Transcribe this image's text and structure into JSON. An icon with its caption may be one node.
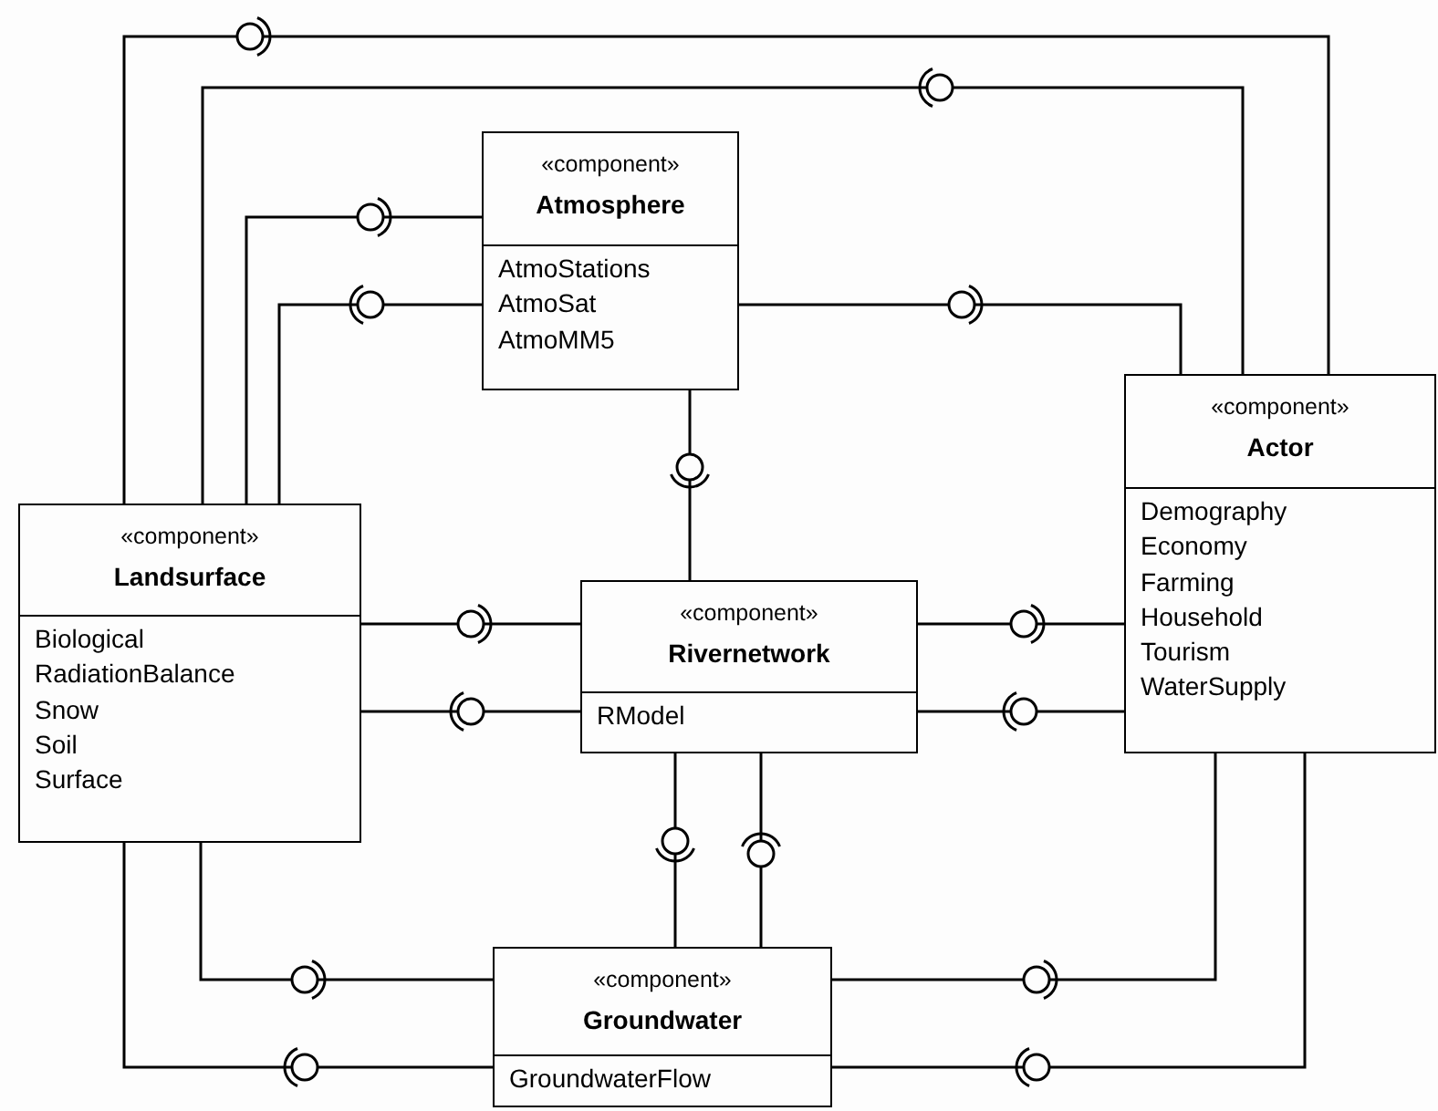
{
  "diagram": {
    "nodes": [
      {
        "text": [
          "«component»",
          "Atmosphere",
          "AtmoStations",
          "AtmoSat",
          "AtmoMM5"
        ]
      },
      {
        "text": [
          "«component»",
          "Actor",
          "Demography",
          "Economy",
          "Farming",
          "Household",
          "Tourism",
          "WaterSupply"
        ]
      },
      {
        "text": [
          "«component»",
          "Landsurface",
          "Biological",
          "RadiationBalance",
          "Snow",
          "Soil",
          "Surface"
        ]
      },
      {
        "text": [
          "«component»",
          "Rivernetwork",
          "RModel"
        ]
      },
      {
        "text": [
          "«component»",
          "Groundwater",
          "GroundwaterFlow"
        ]
      }
    ],
    "edges": [
      {
        "from": 2,
        "to": 1,
        "arrow": "none"
      },
      {
        "from": 1,
        "to": 2,
        "arrow": "none"
      },
      {
        "from": 2,
        "to": 0,
        "arrow": "none"
      },
      {
        "from": 0,
        "to": 2,
        "arrow": "none"
      },
      {
        "from": 0,
        "to": 1,
        "arrow": "none"
      },
      {
        "from": 0,
        "to": 3,
        "arrow": "none"
      },
      {
        "from": 2,
        "to": 3,
        "arrow": "none"
      },
      {
        "from": 3,
        "to": 2,
        "arrow": "none"
      },
      {
        "from": 3,
        "to": 1,
        "arrow": "none"
      },
      {
        "from": 1,
        "to": 3,
        "arrow": "none"
      },
      {
        "from": 3,
        "to": 4,
        "arrow": "none"
      },
      {
        "from": 4,
        "to": 3,
        "arrow": "none"
      },
      {
        "from": 2,
        "to": 4,
        "arrow": "none"
      },
      {
        "from": 4,
        "to": 2,
        "arrow": "none"
      },
      {
        "from": 4,
        "to": 1,
        "arrow": "none"
      },
      {
        "from": 1,
        "to": 4,
        "arrow": "none"
      }
    ]
  }
}
